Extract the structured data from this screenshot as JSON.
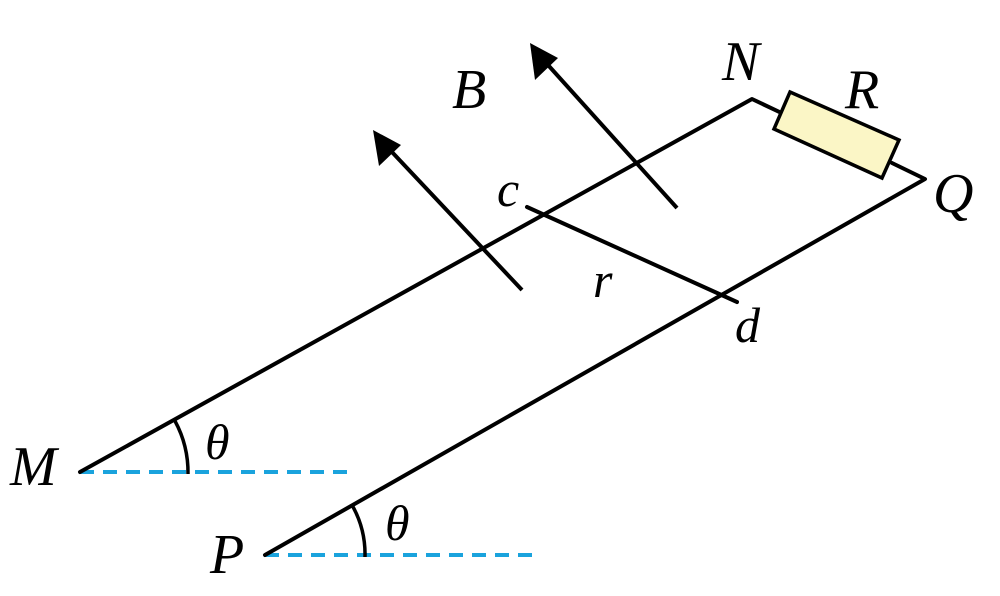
{
  "labels": {
    "M": "M",
    "P": "P",
    "N": "N",
    "Q": "Q",
    "R": "R",
    "B": "B",
    "c": "c",
    "d": "d",
    "r": "r",
    "theta_upper": "θ",
    "theta_lower": "θ"
  },
  "colors": {
    "horizontal_reference": "#1aa3dd",
    "resistor_fill": "#fbf6c6"
  }
}
